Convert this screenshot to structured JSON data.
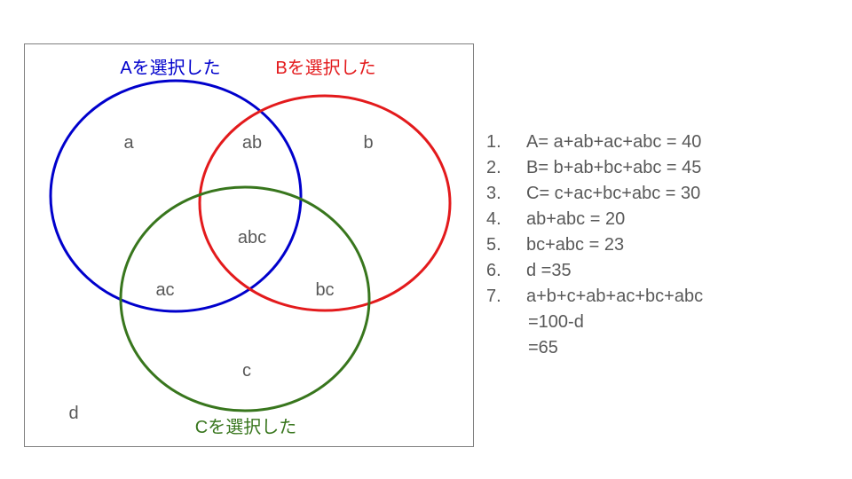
{
  "sets": {
    "A": {
      "label": "Aを選択した",
      "color": "#0000cc"
    },
    "B": {
      "label": "Bを選択した",
      "color": "#e31a1c"
    },
    "C": {
      "label": "Cを選択した",
      "color": "#38761d"
    }
  },
  "regions": {
    "a": "a",
    "ab": "ab",
    "b": "b",
    "abc": "abc",
    "ac": "ac",
    "bc": "bc",
    "c": "c",
    "d": "d"
  },
  "equations": {
    "items": [
      {
        "num": "1.",
        "text": "A= a+ab+ac+abc = 40"
      },
      {
        "num": "2.",
        "text": "B= b+ab+bc+abc = 45"
      },
      {
        "num": "3.",
        "text": "C= c+ac+bc+abc = 30"
      },
      {
        "num": "4.",
        "text": "ab+abc = 20"
      },
      {
        "num": "5.",
        "text": "bc+abc = 23"
      },
      {
        "num": "6.",
        "text": "d =35"
      },
      {
        "num": "7.",
        "text": "a+b+c+ab+ac+bc+abc"
      }
    ],
    "continuation": [
      "=100-d",
      "=65"
    ]
  }
}
